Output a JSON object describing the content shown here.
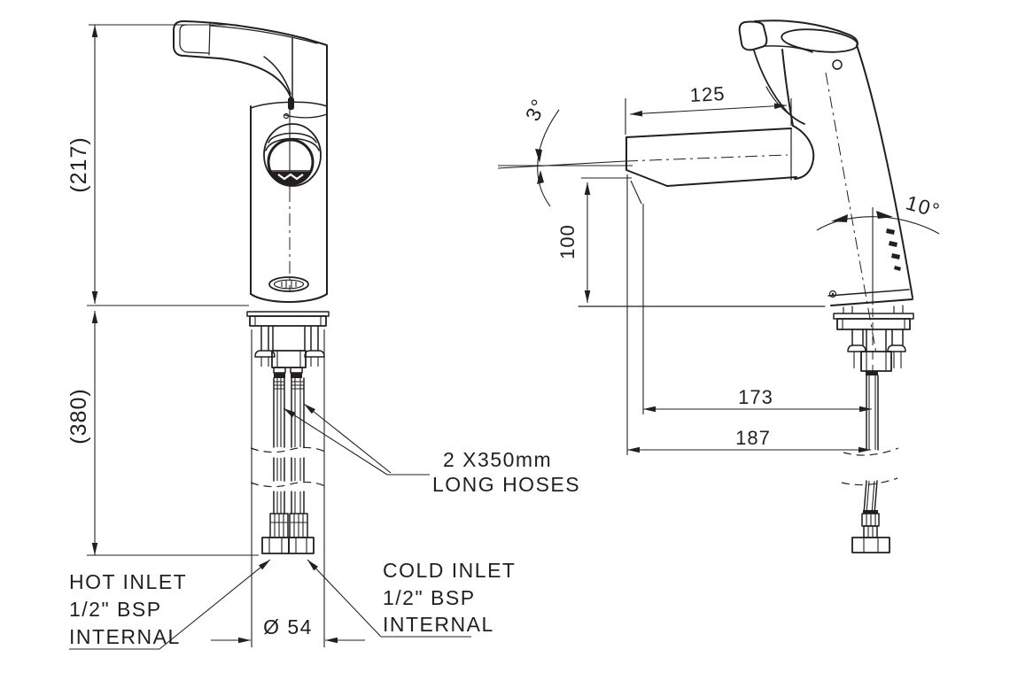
{
  "drawing": {
    "background": "#ffffff",
    "line_color": "#231f20",
    "side_view": {
      "dim_height_above_deck": "(217)",
      "dim_height_below_deck": "(380)",
      "dim_body_diameter": "Ø 54",
      "hose_note": {
        "line1": "2 X350mm",
        "line2": "LONG HOSES"
      },
      "hot_inlet_label": {
        "line1": "HOT INLET",
        "line2": "1/2\" BSP",
        "line3": "INTERNAL"
      },
      "cold_inlet_label": {
        "line1": "COLD INLET",
        "line2": "1/2\" BSP",
        "line3": "INTERNAL"
      }
    },
    "front_view": {
      "dim_spout_reach": "125",
      "dim_spout_angle": "3°",
      "dim_outlet_height": "100",
      "dim_body_tilt_angle": "10°",
      "dim_hose_to_outlet": "173",
      "dim_hose_to_spout_tip": "187"
    }
  }
}
